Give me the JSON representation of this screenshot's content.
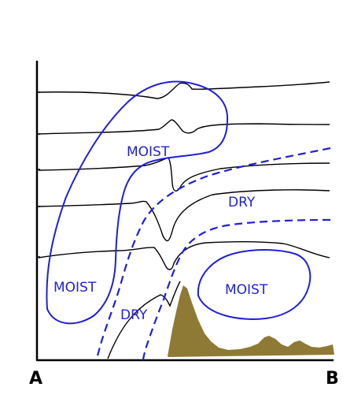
{
  "labels": {
    "moist_top": "MOIST",
    "dry_mid": "DRY",
    "moist_left": "MOIST",
    "dry_low": "DRY",
    "moist_right": "MOIST"
  },
  "axis": {
    "start": "A",
    "end": "B"
  },
  "colors": {
    "contour": "#000000",
    "moisture": "#1f1fd6",
    "dry_boundary": "#1f1fd6",
    "terrain": "#8f7a35"
  }
}
